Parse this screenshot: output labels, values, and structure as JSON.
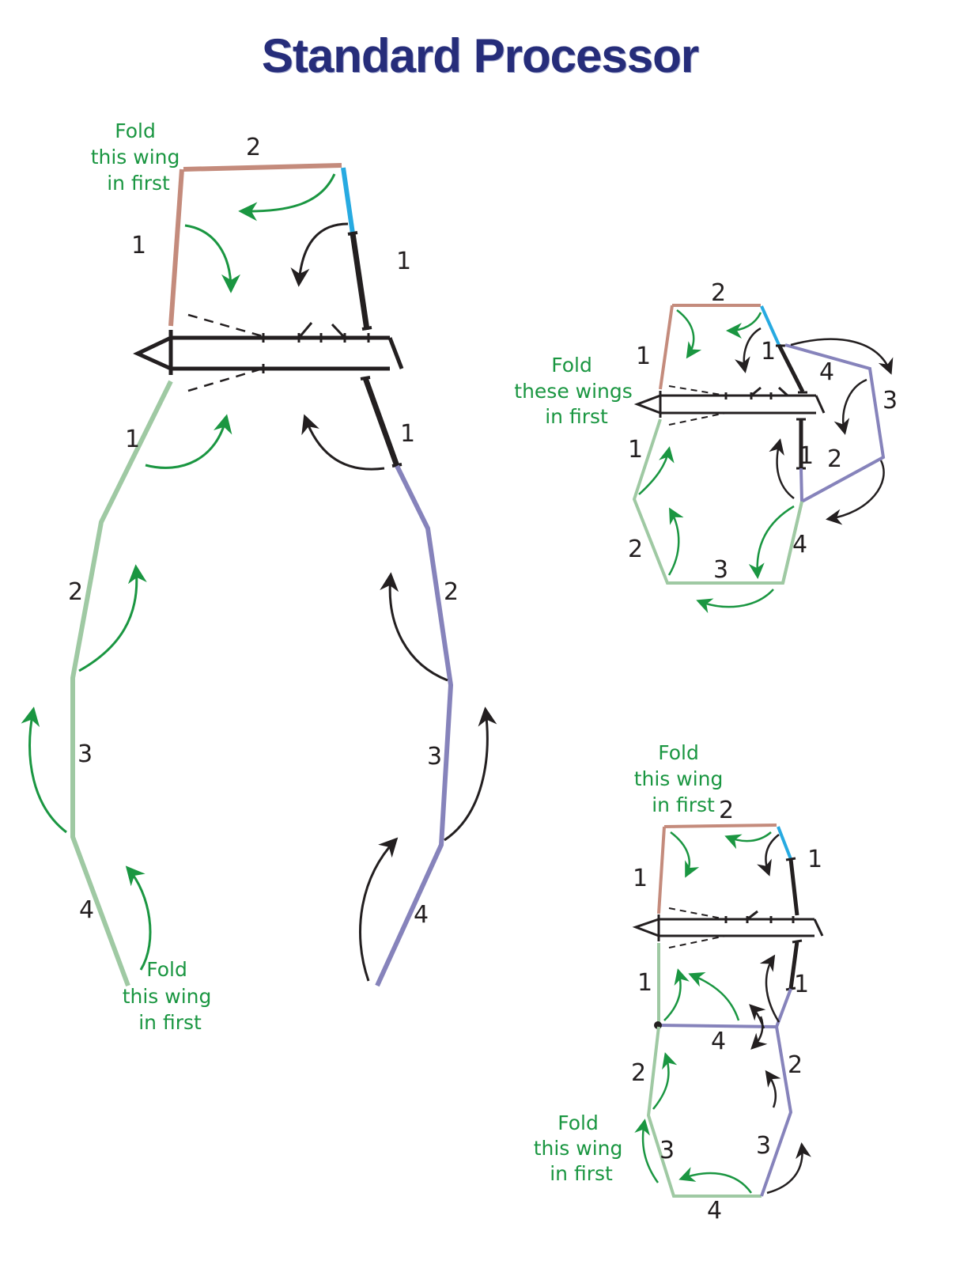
{
  "title": "Standard Processor",
  "colors": {
    "title": "#262d7a",
    "wing_green": "#9fc9a3",
    "wing_purple": "#8683bb",
    "wing_brown": "#c48b7c",
    "wing_blue": "#27aae1",
    "rod": "#231f20",
    "arrow_green": "#1a9641",
    "arrow_black": "#231f20"
  },
  "icons": [
    "fold-arrow-icon"
  ],
  "main": {
    "annotation_top": [
      "Fold",
      "this wing",
      "in first"
    ],
    "annotation_bottom": [
      "Fold",
      "this wing",
      "in first"
    ],
    "labels": {
      "top_left_1": "1",
      "top_2": "2",
      "top_right_1": "1",
      "left_1": "1",
      "left_2": "2",
      "left_3": "3",
      "left_4": "4",
      "right_1": "1",
      "right_2": "2",
      "right_3": "3",
      "right_4": "4"
    }
  },
  "step2": {
    "annotation": [
      "Fold",
      "these wings",
      "in first"
    ],
    "labels": {
      "top_2": "2",
      "top_left_1": "1",
      "top_right_1": "1",
      "pr_4": "4",
      "pr_3": "3",
      "pr_2": "2",
      "pr_1": "1",
      "left_1": "1",
      "left_2": "2",
      "bottom_3": "3",
      "bottom_4": "4"
    }
  },
  "step3": {
    "annotation_top": [
      "Fold",
      "this wing",
      "in first"
    ],
    "annotation_left": [
      "Fold",
      "this wing",
      "in first"
    ],
    "labels": {
      "top_2": "2",
      "top_left_1": "1",
      "top_right_1": "1",
      "left_1": "1",
      "right_1": "1",
      "mid_4": "4",
      "left_2": "2",
      "right_2": "2",
      "left_3": "3",
      "right_3": "3",
      "bottom_4": "4"
    }
  }
}
